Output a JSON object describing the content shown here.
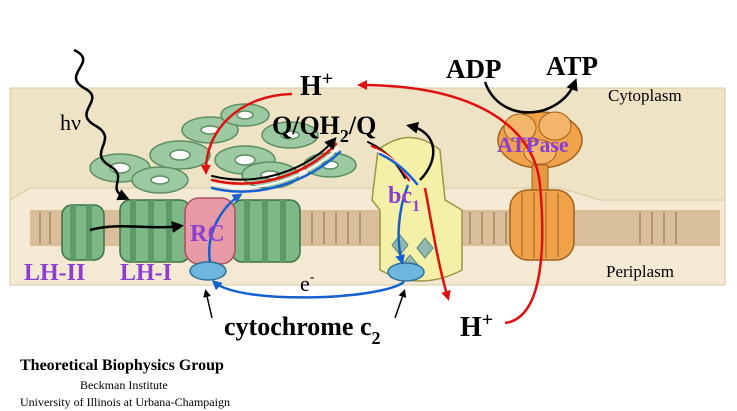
{
  "labels": {
    "h_plus_top": "H",
    "h_plus_bottom": "H",
    "plus_sign": "+",
    "photon": "hν",
    "quinone": "Q/QH",
    "quinone_sub": "2",
    "quinone_end": "/Q",
    "adp": "ADP",
    "atp": "ATP",
    "cytoplasm": "Cytoplasm",
    "periplasm": "Periplasm",
    "atpase": "ATPase",
    "bc1": "bc",
    "bc1_sub": "1",
    "rc": "RC",
    "lh2": "LH-II",
    "lh1": "LH-I",
    "electron": "e",
    "electron_sup": "-",
    "cytochrome": "cytochrome c",
    "cytochrome_sub": "2"
  },
  "credits": {
    "group": "Theoretical Biophysics Group",
    "institute": "Beckman Institute",
    "university": "University of Illinois at Urbana-Champaign"
  },
  "colors": {
    "proton_arrow": "#e01010",
    "electron_arrow": "#1560d0",
    "complex_label": "#8a3fd1",
    "membrane_top": "#efe3c6",
    "membrane_side": "#c9a77b",
    "lh_green": "#9cc9a2",
    "rc_pink": "#e79aa6",
    "bc1_yellow": "#f5f0a8",
    "atpase_orange": "#f0a24a",
    "cytochrome_blue": "#6cb6df"
  }
}
